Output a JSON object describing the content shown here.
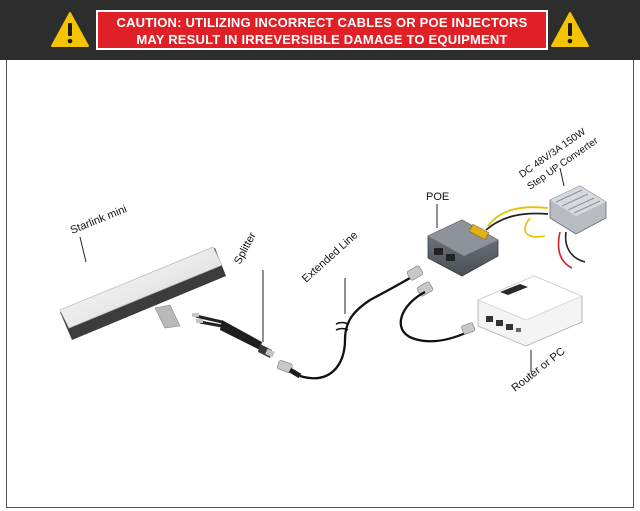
{
  "banner": {
    "line1": "CAUTION: UTILIZING INCORRECT CABLES OR POE INJECTORS",
    "line2": "MAY RESULT IN IRREVERSIBLE DAMAGE TO EQUIPMENT",
    "bg_color": "#2d2d2d",
    "caution_color": "#e02027",
    "warning_color": "#f5c400",
    "warning_icon": "warning-triangle-icon"
  },
  "labels": {
    "starlink": "Starlink mini",
    "splitter": "Splitter",
    "extended_line": "Extended Line",
    "poe": "POE",
    "converter_line1": "DC 48V/3A 150W",
    "converter_line2": "Step UP Converter",
    "router": "Router or PC"
  }
}
